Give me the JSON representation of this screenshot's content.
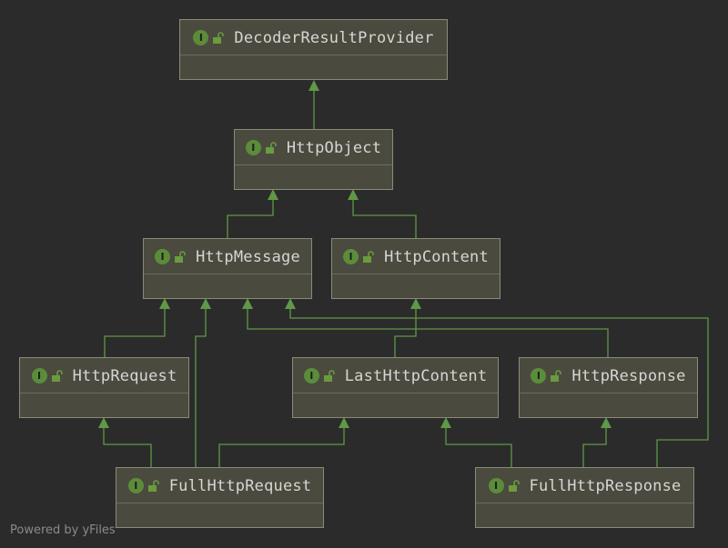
{
  "diagram": {
    "nodes": [
      {
        "id": "decoder-result-provider",
        "label": "DecoderResultProvider",
        "badge": "I"
      },
      {
        "id": "http-object",
        "label": "HttpObject",
        "badge": "I"
      },
      {
        "id": "http-message",
        "label": "HttpMessage",
        "badge": "I"
      },
      {
        "id": "http-content",
        "label": "HttpContent",
        "badge": "I"
      },
      {
        "id": "http-request",
        "label": "HttpRequest",
        "badge": "I"
      },
      {
        "id": "last-http-content",
        "label": "LastHttpContent",
        "badge": "I"
      },
      {
        "id": "http-response",
        "label": "HttpResponse",
        "badge": "I"
      },
      {
        "id": "full-http-request",
        "label": "FullHttpRequest",
        "badge": "I"
      },
      {
        "id": "full-http-response",
        "label": "FullHttpResponse",
        "badge": "I"
      }
    ],
    "edges": [
      {
        "from": "http-object",
        "to": "decoder-result-provider"
      },
      {
        "from": "http-message",
        "to": "http-object"
      },
      {
        "from": "http-content",
        "to": "http-object"
      },
      {
        "from": "http-request",
        "to": "http-message"
      },
      {
        "from": "full-http-request",
        "to": "http-message"
      },
      {
        "from": "http-response",
        "to": "http-message"
      },
      {
        "from": "full-http-response",
        "to": "http-message"
      },
      {
        "from": "last-http-content",
        "to": "http-content"
      },
      {
        "from": "full-http-request",
        "to": "http-request"
      },
      {
        "from": "full-http-request",
        "to": "last-http-content"
      },
      {
        "from": "full-http-response",
        "to": "last-http-content"
      },
      {
        "from": "full-http-response",
        "to": "http-response"
      }
    ],
    "colors": {
      "background": "#2b2b2b",
      "node_fill": "#4b4a3e",
      "node_border": "#8a8a7a",
      "edge": "#5f9846",
      "badge": "#5b8c3a",
      "text": "#d6d6d6"
    },
    "icons": {
      "badge": "interface-badge-icon",
      "lock": "lock-icon"
    }
  },
  "watermark": "Powered by yFiles"
}
